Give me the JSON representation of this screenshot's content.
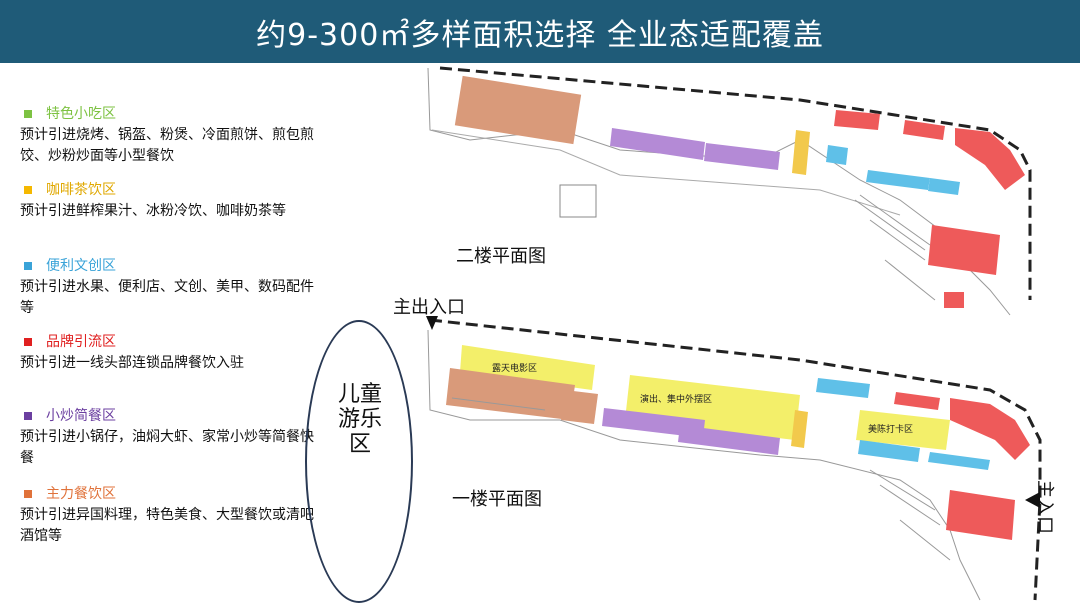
{
  "header": {
    "title": "约9-300㎡多样面积选择 全业态适配覆盖"
  },
  "legend": [
    {
      "title": "特色小吃区",
      "color": "#7dc242",
      "desc": "   预计引进烧烤、锅盔、粉煲、冷面煎饼、煎包煎饺、炒粉炒面等小型餐饮"
    },
    {
      "title": "咖啡茶饮区",
      "color": "#f5b800",
      "desc": "  预计引进鲜榨果汁、冰粉冷饮、咖啡奶茶等"
    },
    {
      "title": "便利文创区",
      "color": "#3aa3d8",
      "desc": "        预计引进水果、便利店、文创、美甲、数码配件等"
    },
    {
      "title": "品牌引流区",
      "color": "#e02020",
      "desc": "        预计引进一线头部连锁品牌餐饮入驻"
    },
    {
      "title": "小炒简餐区",
      "color": "#6b3fa0",
      "desc": "  预计引进小锅仔，油焖大虾、家常小炒等简餐快餐"
    },
    {
      "title": "主力餐饮区",
      "color": "#e0723a",
      "desc": "        预计引进异国料理，特色美食、大型餐饮或清吧酒馆等"
    }
  ],
  "plans": {
    "second_floor": "二楼平面图",
    "first_floor": "一楼平面图"
  },
  "children_area": "儿童游乐区",
  "entrances": {
    "main": "主出入口",
    "side": "主入口"
  },
  "zone_labels": {
    "open_air_cinema": "露天电影区",
    "performance": "演出、集中外摆区",
    "photo_spot": "美陈打卡区"
  },
  "colors": {
    "header_bg": "#1f5b78",
    "snack": "#7dc242",
    "cafe": "#f5b800",
    "retail": "#3aa3d8",
    "brand": "#e02020",
    "stirfry": "#6b3fa0",
    "main_dining": "#e0723a",
    "zone_yellow": "#f3ef6a",
    "plan_orange": "#d99a7a",
    "plan_purple": "#b48ad6",
    "plan_red": "#ee5a5a",
    "plan_blue": "#5fc0e8",
    "plan_gold": "#f2c94c"
  }
}
